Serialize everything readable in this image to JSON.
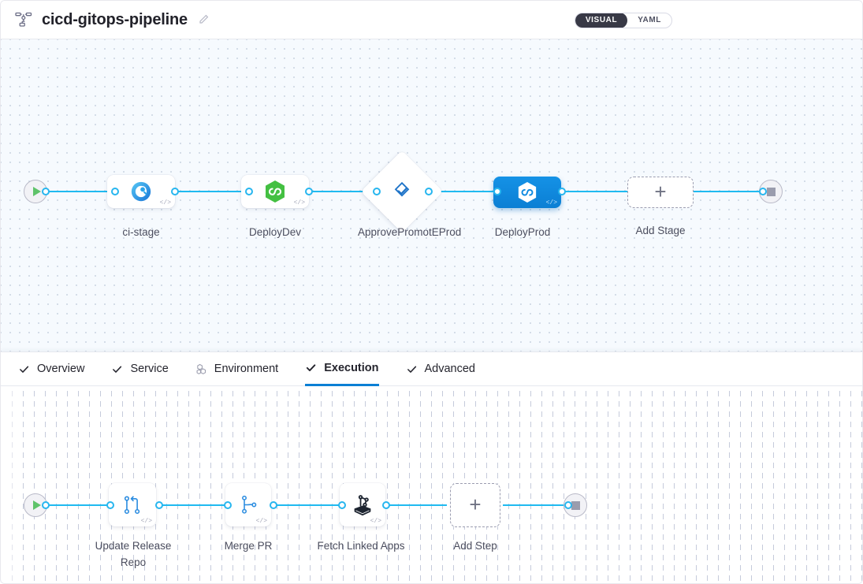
{
  "header": {
    "pipeline_icon": "pipeline-nodes-icon",
    "title": "cicd-gitops-pipeline",
    "edit_icon": "pencil-edit-icon",
    "view_toggle": {
      "options": [
        "VISUAL",
        "YAML"
      ],
      "selected": "VISUAL"
    }
  },
  "stage_canvas": {
    "start_node": {
      "name": "pipeline-start",
      "icon": "play-icon"
    },
    "end_node": {
      "name": "pipeline-end",
      "icon": "stop-square-icon"
    },
    "stages": [
      {
        "label": "ci-stage",
        "icon": "ci-build-icon",
        "shape": "rounded",
        "selected": false,
        "badge": "</>"
      },
      {
        "label": "DeployDev",
        "icon": "gitops-hexagon-icon",
        "shape": "rounded",
        "selected": false,
        "badge": "</>"
      },
      {
        "label": "ApprovePromotEProd",
        "icon": "approval-check-icon",
        "shape": "diamond",
        "selected": false,
        "badge": ""
      },
      {
        "label": "DeployProd",
        "icon": "gitops-hexagon-icon",
        "shape": "rounded",
        "selected": true,
        "badge": "</>"
      }
    ],
    "add_stage": {
      "label": "Add Stage",
      "icon": "plus-icon"
    }
  },
  "tabs": [
    {
      "label": "Overview",
      "icon": "check-icon",
      "active": false
    },
    {
      "label": "Service",
      "icon": "check-icon",
      "active": false
    },
    {
      "label": "Environment",
      "icon": "infra-hex-icon",
      "active": false
    },
    {
      "label": "Execution",
      "icon": "check-icon",
      "active": true
    },
    {
      "label": "Advanced",
      "icon": "check-icon",
      "active": false
    }
  ],
  "step_canvas": {
    "start_node": {
      "name": "execution-start",
      "icon": "play-icon"
    },
    "end_node": {
      "name": "execution-end",
      "icon": "stop-square-icon"
    },
    "steps": [
      {
        "label": "Update Release Repo",
        "icon": "git-update-repo-icon",
        "badge": "</>"
      },
      {
        "label": "Merge PR",
        "icon": "git-branch-icon",
        "badge": "</>"
      },
      {
        "label": "Fetch Linked Apps",
        "icon": "harness-apps-icon",
        "badge": "</>"
      }
    ],
    "add_step": {
      "label": "Add Step",
      "icon": "plus-icon"
    }
  },
  "colors": {
    "accent": "#0b7fd4",
    "wire": "#20baf0",
    "selected_node": "#1592e6",
    "gitops_green": "#44c042",
    "play_green": "#5fc36a"
  }
}
